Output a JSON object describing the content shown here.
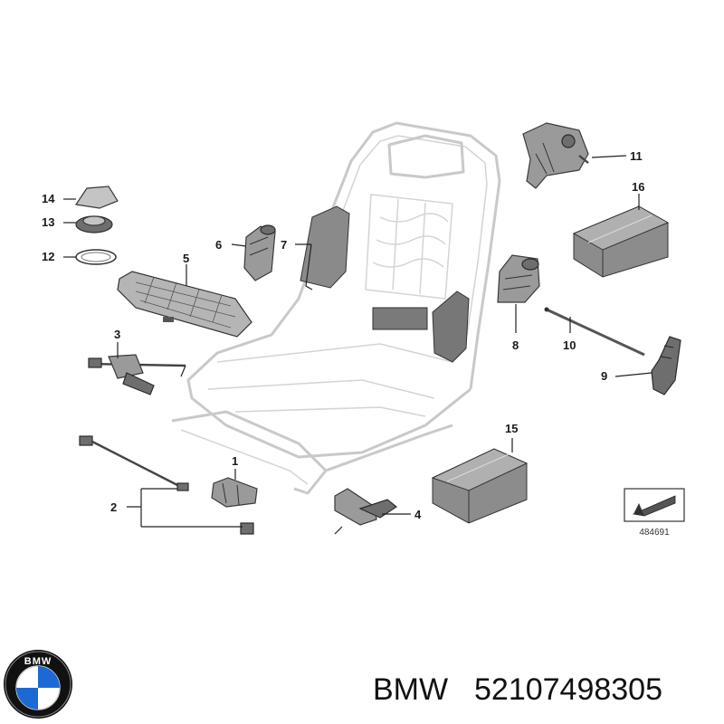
{
  "diagram": {
    "callouts": [
      "1",
      "2",
      "3",
      "4",
      "5",
      "6",
      "7",
      "8",
      "9",
      "10",
      "11",
      "12",
      "13",
      "14",
      "15",
      "16"
    ],
    "reference_number": "484691"
  },
  "footer": {
    "brand": "BMW",
    "part_number": "52107498305",
    "logo_text": "BMW"
  },
  "colors": {
    "frame": "#c9c9c9",
    "part": "#9a9a9a",
    "logo_blue": "#1c69d4",
    "logo_ring": "#111111"
  }
}
